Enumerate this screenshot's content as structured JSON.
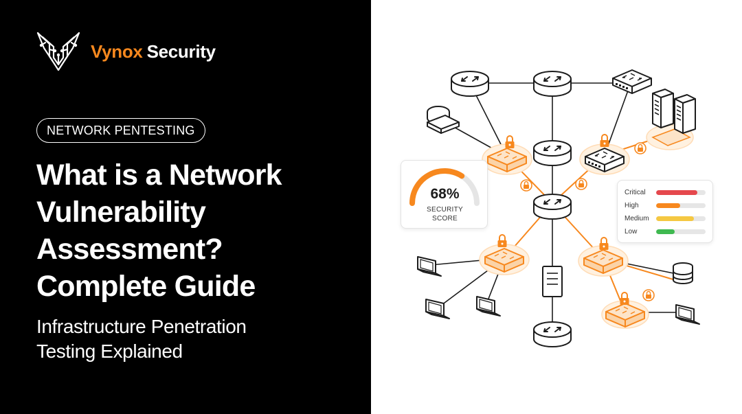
{
  "brand": {
    "name_accent": "Vynox",
    "name_rest": "Security",
    "logo_icon": "circuit-v-logo",
    "accent_color": "#f7881e"
  },
  "tag": "NETWORK PENTESTING",
  "headline": [
    "What is a Network",
    "Vulnerability",
    "Assessment?",
    "Complete Guide"
  ],
  "subtitle": [
    "Infrastructure Penetration",
    "Testing Explained"
  ],
  "score_card": {
    "value": "68%",
    "fraction": 0.68,
    "label_lines": [
      "SECURITY",
      "SCORE"
    ],
    "gauge_color": "#f7881e"
  },
  "severity": [
    {
      "label": "Critical",
      "level": 0.84,
      "color": "#e5484d"
    },
    {
      "label": "High",
      "level": 0.48,
      "color": "#f7881e"
    },
    {
      "label": "Medium",
      "level": 0.76,
      "color": "#f5c842"
    },
    {
      "label": "Low",
      "level": 0.38,
      "color": "#3fb950"
    }
  ],
  "diagram_icons": [
    "router-icon",
    "switch-icon",
    "server-icon",
    "database-icon",
    "laptop-icon",
    "lock-icon"
  ]
}
